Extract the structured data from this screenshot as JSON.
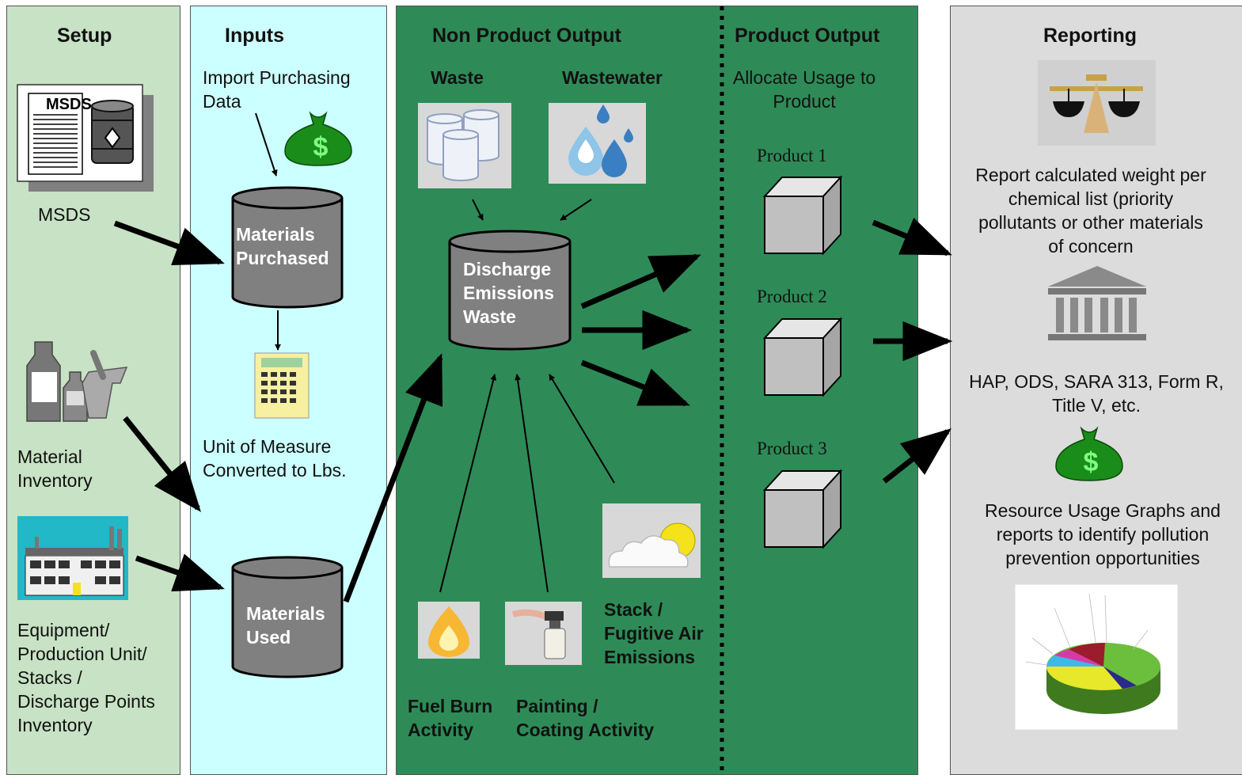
{
  "setup": {
    "heading": "Setup",
    "msds_doc_text": "MSDS",
    "msds_label": "MSDS",
    "material_inventory_label": "Material Inventory",
    "equipment_label_lines": [
      "Equipment/",
      "Production Unit/",
      "Stacks /",
      "Discharge Points",
      "Inventory"
    ]
  },
  "inputs": {
    "heading": "Inputs",
    "import_label_lines": [
      "Import Purchasing",
      "Data"
    ],
    "materials_purchased_lines": [
      "Materials",
      "Purchased"
    ],
    "unit_label_lines": [
      "Unit of Measure",
      "Converted to Lbs."
    ],
    "materials_used_lines": [
      "Materials",
      "Used"
    ]
  },
  "non_product": {
    "heading": "Non Product Output",
    "waste_label": "Waste",
    "wastewater_label": "Wastewater",
    "discharge_lines": [
      "Discharge",
      "Emissions",
      "Waste"
    ],
    "stack_lines": [
      "Stack /",
      "Fugitive Air",
      "Emissions"
    ],
    "fuel_lines": [
      "Fuel Burn",
      "Activity"
    ],
    "painting_lines": [
      "Painting /",
      "Coating Activity"
    ]
  },
  "product_output": {
    "heading": "Product Output",
    "allocate_lines": [
      "Allocate Usage to",
      "Product"
    ],
    "products": [
      "Product 1",
      "Product 2",
      "Product 3"
    ]
  },
  "reporting": {
    "heading": "Reporting",
    "report_weight_lines": [
      "Report calculated weight per",
      "chemical list (priority",
      "pollutants or other materials",
      "of concern"
    ],
    "hap_lines": [
      "HAP, ODS, SARA 313, Form R,",
      "Title V, etc."
    ],
    "resource_lines": [
      "Resource Usage Graphs and",
      "reports to identify pollution",
      "prevention opportunities"
    ]
  },
  "colors": {
    "setup_bg": "#c7e2c4",
    "inputs_bg": "#ccffff",
    "non_product_bg": "#2e8b57",
    "reporting_bg": "#dcdcdc",
    "cylinder": "#808080",
    "money_bag": "#1a8c1a"
  },
  "icons": [
    "msds-document-icon",
    "oil-drum-icon",
    "money-bag-icon",
    "calculator-icon",
    "bottles-icon",
    "factory-icon",
    "waste-barrels-icon",
    "water-drops-icon",
    "flame-icon",
    "spray-gun-icon",
    "cloud-sun-icon",
    "scales-icon",
    "government-building-icon",
    "pie-chart-icon",
    "product-box-icon"
  ]
}
